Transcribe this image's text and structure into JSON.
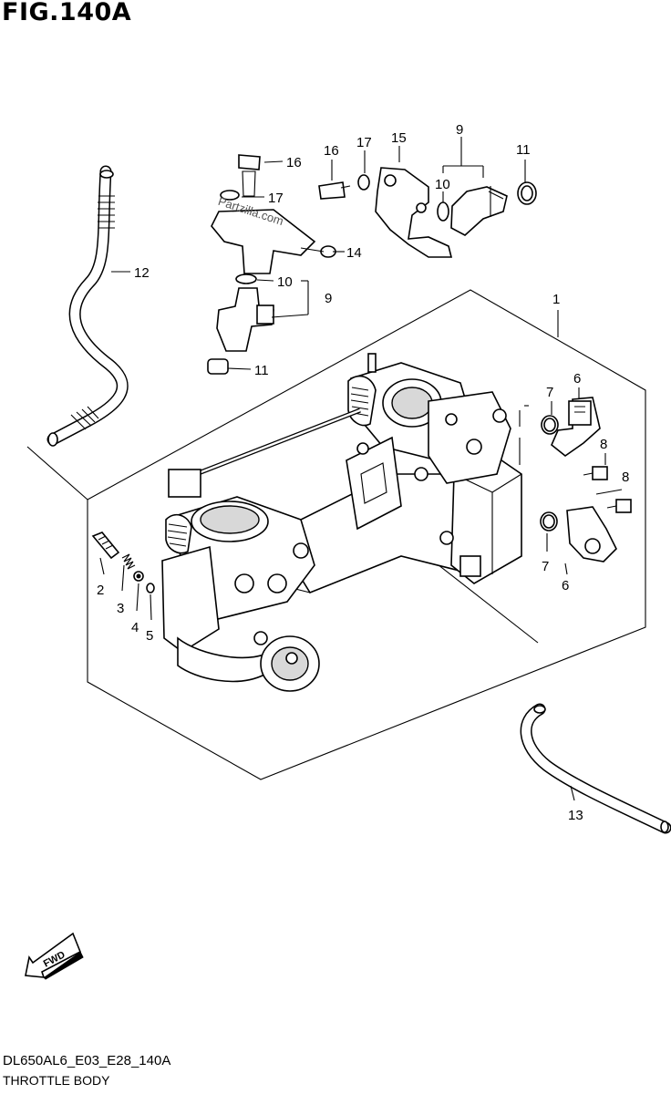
{
  "header": {
    "figure_title": "FIG.140A"
  },
  "footer": {
    "code": "DL650AL6_E03_E28_140A",
    "caption": "THROTTLE BODY"
  },
  "watermark": "Partzilla.com",
  "direction": {
    "label": "FWD",
    "icon": "forward-arrow-icon"
  },
  "callouts": [
    {
      "id": "1",
      "text": "1"
    },
    {
      "id": "2",
      "text": "2"
    },
    {
      "id": "3",
      "text": "3"
    },
    {
      "id": "4",
      "text": "4"
    },
    {
      "id": "5",
      "text": "5"
    },
    {
      "id": "6a",
      "text": "6"
    },
    {
      "id": "6b",
      "text": "6"
    },
    {
      "id": "7a",
      "text": "7"
    },
    {
      "id": "7b",
      "text": "7"
    },
    {
      "id": "8a",
      "text": "8"
    },
    {
      "id": "8b",
      "text": "8"
    },
    {
      "id": "9a",
      "text": "9"
    },
    {
      "id": "9b",
      "text": "9"
    },
    {
      "id": "10a",
      "text": "10"
    },
    {
      "id": "10b",
      "text": "10"
    },
    {
      "id": "11a",
      "text": "11"
    },
    {
      "id": "11b",
      "text": "11"
    },
    {
      "id": "12",
      "text": "12"
    },
    {
      "id": "13",
      "text": "13"
    },
    {
      "id": "14",
      "text": "14"
    },
    {
      "id": "15",
      "text": "15"
    },
    {
      "id": "16a",
      "text": "16"
    },
    {
      "id": "16b",
      "text": "16"
    },
    {
      "id": "17a",
      "text": "17"
    },
    {
      "id": "17b",
      "text": "17"
    }
  ]
}
